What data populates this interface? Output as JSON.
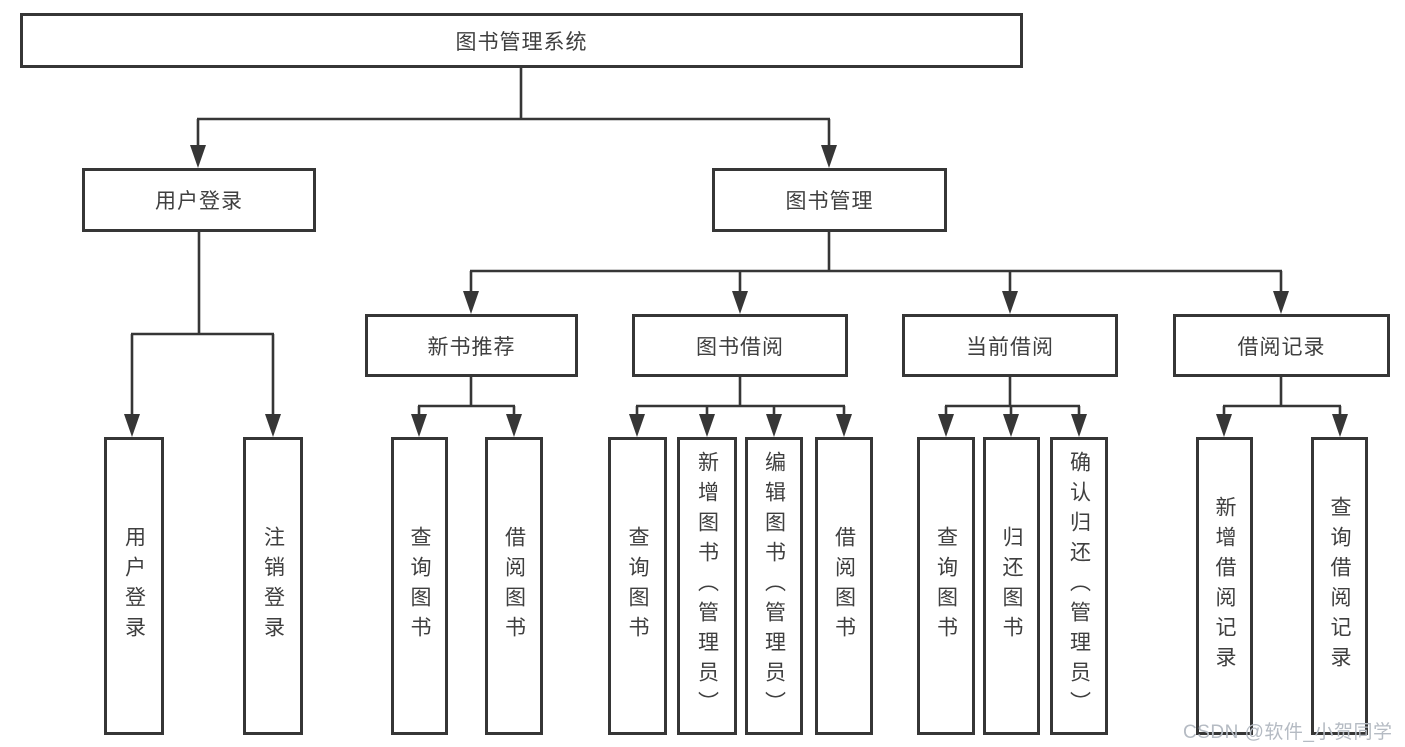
{
  "root": {
    "label": "图书管理系统"
  },
  "level2": [
    {
      "label": "用户登录"
    },
    {
      "label": "图书管理"
    }
  ],
  "level3": [
    {
      "label": "新书推荐"
    },
    {
      "label": "图书借阅"
    },
    {
      "label": "当前借阅"
    },
    {
      "label": "借阅记录"
    }
  ],
  "leaves": {
    "user_login": [
      {
        "label": "用户登录"
      },
      {
        "label": "注销登录"
      }
    ],
    "new_book_recommend": [
      {
        "label": "查询图书"
      },
      {
        "label": "借阅图书"
      }
    ],
    "book_borrow": [
      {
        "label": "查询图书"
      },
      {
        "label": "新增图书（管理员）"
      },
      {
        "label": "编辑图书（管理员）"
      },
      {
        "label": "借阅图书"
      }
    ],
    "current_borrow": [
      {
        "label": "查询图书"
      },
      {
        "label": "归还图书"
      },
      {
        "label": "确认归还（管理员）"
      }
    ],
    "borrow_records": [
      {
        "label": "新增借阅记录"
      },
      {
        "label": "查询借阅记录"
      }
    ]
  },
  "watermark": {
    "text": "CSDN @软件_小贺同学"
  },
  "colors": {
    "line": "#363636",
    "text": "#3f3f3f",
    "watermark": "#b5bbc3",
    "background": "#ffffff",
    "box_background": "#ffffff"
  }
}
